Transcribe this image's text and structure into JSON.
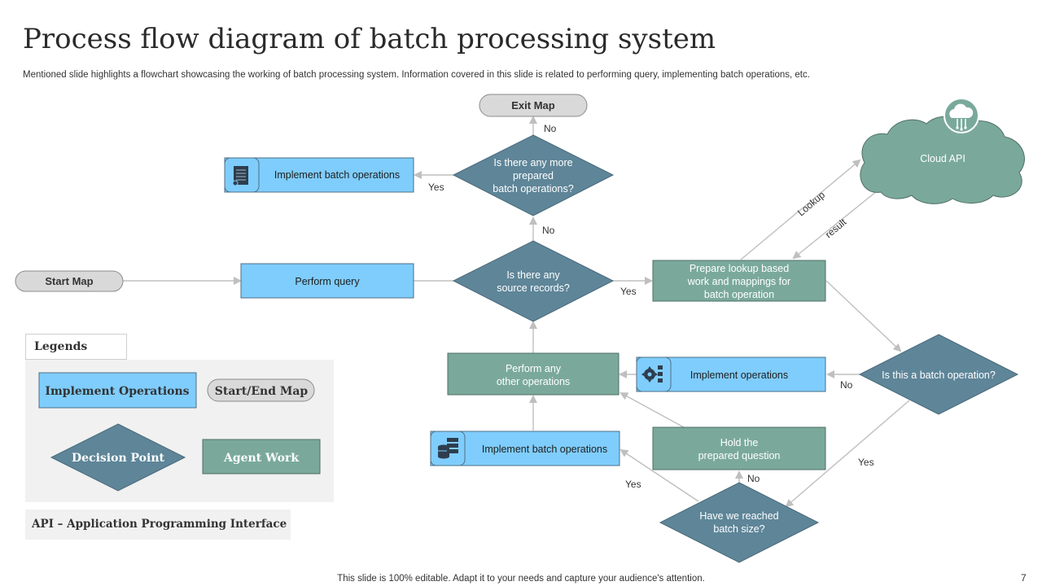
{
  "slide": {
    "title": "Process flow diagram of batch processing system",
    "subtitle": "Mentioned slide highlights a flowchart showcasing the working of batch processing system. Information covered in this slide is related to performing query, implementing batch operations, etc.",
    "footer": "This slide is 100% editable. Adapt it to your needs and capture your audience's attention.",
    "page_number": "7"
  },
  "colors": {
    "implement_blue": "#7fcdfd",
    "agent_green": "#7aa99b",
    "decision_slate": "#5e8598",
    "pill_gray": "#d9d9d9",
    "cloud_green": "#7aa99b",
    "connector_gray": "#bfbfbf"
  },
  "nodes": {
    "exit_map": "Exit Map",
    "start_map": "Start Map",
    "implement_batch_top": "Implement  batch operations",
    "decision_more_batch": [
      "Is there any more",
      "prepared",
      "batch operations?"
    ],
    "perform_query": "Perform  query",
    "decision_source": [
      "Is there any",
      "source records?"
    ],
    "prepare_lookup": [
      "Prepare lookup based",
      "work and mappings for",
      "batch operation"
    ],
    "cloud_api": "Cloud API",
    "decision_batch_op": "Is this a batch operation?",
    "implement_operations": "Implement  operations",
    "perform_other": [
      "Perform  any",
      "other operations"
    ],
    "implement_batch_bottom": "Implement  batch operations",
    "hold_question": [
      "Hold the",
      "prepared  question"
    ],
    "decision_batch_size": [
      "Have  we reached",
      "batch size?"
    ]
  },
  "edges": {
    "no_1": "No",
    "yes_1": "Yes",
    "no_2": "No",
    "yes_2": "Yes",
    "lookup": "Lookup",
    "result": "result",
    "no_3": "No",
    "yes_3": "Yes",
    "no_4": "No",
    "yes_4": "Yes"
  },
  "legend": {
    "heading": "Legends",
    "implement": "Implement Operations",
    "start_end": "Start/End Map",
    "decision": "Decision Point",
    "agent": "Agent Work",
    "api_note": "API – Application Programming Interface"
  },
  "icons": {
    "batch_top": "document-stack-icon",
    "operations": "gear-flow-icon",
    "batch_bottom": "database-icon",
    "cloud": "cloud-circuit-icon"
  }
}
